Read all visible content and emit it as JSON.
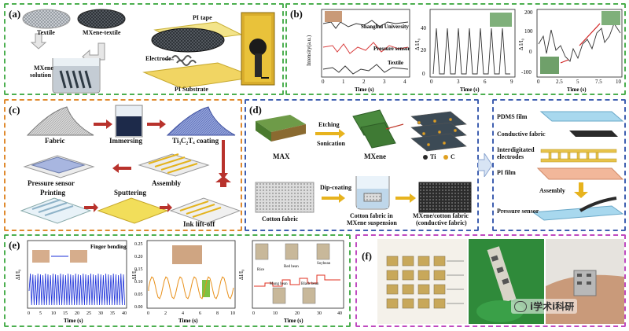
{
  "panels": {
    "a": {
      "label": "(a)",
      "texts": {
        "textile": "Textile",
        "mxene_textile": "MXene-textile",
        "mxene_solution_1": "MXene",
        "mxene_solution_2": "solution",
        "pi_tape": "PI tape",
        "electrode": "Electrode",
        "pi_substrate": "PI Substrate"
      }
    },
    "b": {
      "label": "(b)",
      "plot1": {
        "ylabel": "Intensity(a.u.)",
        "xlabel": "Time (s)",
        "xticks": [
          "0",
          "1",
          "2",
          "3",
          "4"
        ],
        "legend": [
          "Shanghai University",
          "Pressure sensor",
          "Textile"
        ]
      },
      "plot2": {
        "ylabel": "Δ I/I₀",
        "xlabel": "Time (s)",
        "xticks": [
          "0",
          "3",
          "6",
          "9"
        ],
        "yticks": [
          "0",
          "20",
          "40"
        ]
      },
      "plot3": {
        "ylabel": "Δ I/I₀",
        "xlabel": "Time (s)",
        "xticks": [
          "0",
          "2.5",
          "5",
          "7.5",
          "10"
        ],
        "yticks": [
          "-100",
          "0",
          "100",
          "200"
        ]
      }
    },
    "c": {
      "label": "(c)",
      "texts": {
        "fabric": "Fabric",
        "immersing": "Immersing",
        "coating": "Ti₃C₂Tₓ coating",
        "pressure_sensor": "Pressure sensor",
        "assembly": "Assembly",
        "printing": "Printing",
        "sputtering": "Sputtering",
        "ink_liftoff": "Ink lift-off"
      }
    },
    "d": {
      "label": "(d)",
      "texts": {
        "max": "MAX",
        "etching": "Etching",
        "sonication": "Sonication",
        "mxene": "MXene",
        "ti": "Ti",
        "c": "C",
        "cotton_fabric": "Cotton fabric",
        "dip_coating": "Dip-coating",
        "cotton_in_1": "Cotton fabric in",
        "cotton_in_2": "MXene suspension",
        "result_1": "MXene/cotton fabric",
        "result_2": "(conductive fabric)"
      }
    },
    "d2": {
      "texts": {
        "pdms": "PDMS film",
        "conductive": "Conductive fabric",
        "interdig_1": "Interdigitated",
        "interdig_2": "electrodes",
        "pi_film": "PI film",
        "assembly": "Assembly",
        "pressure_sensor": "Pressure sensor"
      }
    },
    "e": {
      "label": "(e)",
      "plot1": {
        "title": "Finger bending",
        "ylabel": "ΔI/I₀",
        "xlabel": "Time (s)",
        "xticks": [
          "0",
          "5",
          "10",
          "15",
          "20",
          "25",
          "30",
          "35",
          "40"
        ]
      },
      "plot2": {
        "ylabel": "ΔI/I₀",
        "xlabel": "Time (s)",
        "xticks": [
          "0",
          "2",
          "4",
          "6",
          "8",
          "10"
        ],
        "yticks": [
          "0.00",
          "0.05",
          "0.10",
          "0.15",
          "0.20",
          "0.25"
        ]
      },
      "plot3": {
        "ylabel": "ΔI/I₀",
        "xlabel": "Time (s)",
        "xticks": [
          "0",
          "10",
          "20",
          "30",
          "40"
        ],
        "annotations": [
          "Rice",
          "Red bean",
          "Soybean",
          "Mung bean",
          "Black bean"
        ]
      }
    },
    "f": {
      "label": "(f)",
      "watermark": "i学术i科研"
    }
  },
  "colors": {
    "border_green": "#4caf50",
    "border_orange": "#e08a2e",
    "border_blue": "#3f5fb0",
    "border_magenta": "#c04ac0",
    "arrow_red": "#b8322c",
    "arrow_yellow": "#e7b31e",
    "trace_blue": "#1a2fd8",
    "trace_orange": "#e8901a",
    "trace_red": "#e03020",
    "highlight_green": "#7ec243"
  }
}
